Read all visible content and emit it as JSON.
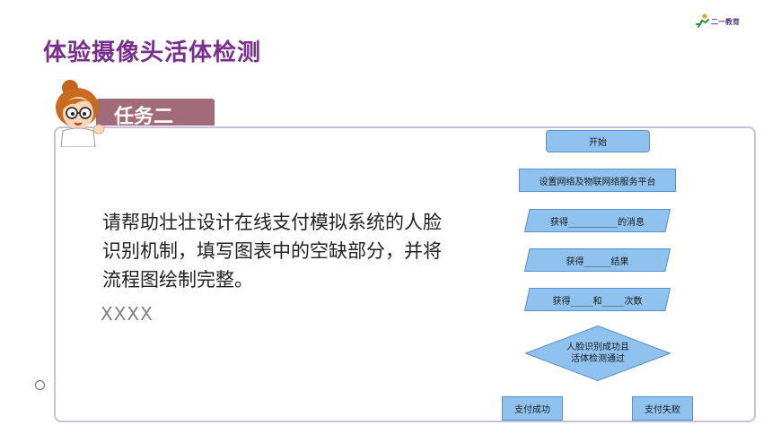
{
  "header": {
    "title": "体验摄像头活体检测",
    "logo_text": "二一教育"
  },
  "task": {
    "tab_label": "任务二",
    "instruction": "请帮助壮壮设计在线支付模拟系统的人脸识别机制，填写图表中的空缺部分，并将流程图绘制完整。",
    "placeholder": "XXXX"
  },
  "flowchart": {
    "start": "开始",
    "setup": "设置网络及物联网络服务平台",
    "get_message": "获得___________的消息",
    "get_result": "获得______结果",
    "get_count": "获得_____和_____次数",
    "decision_line1": "人脸识别成功且",
    "decision_line2": "活体检测通过",
    "success": "支付成功",
    "fail": "支付失败"
  },
  "colors": {
    "title": "#7a2f8c",
    "tab": "#a26b7a",
    "panel_border": "#c7c1de",
    "flow_fill": "#8fc2ee",
    "flow_stroke": "#5b8fc7"
  }
}
